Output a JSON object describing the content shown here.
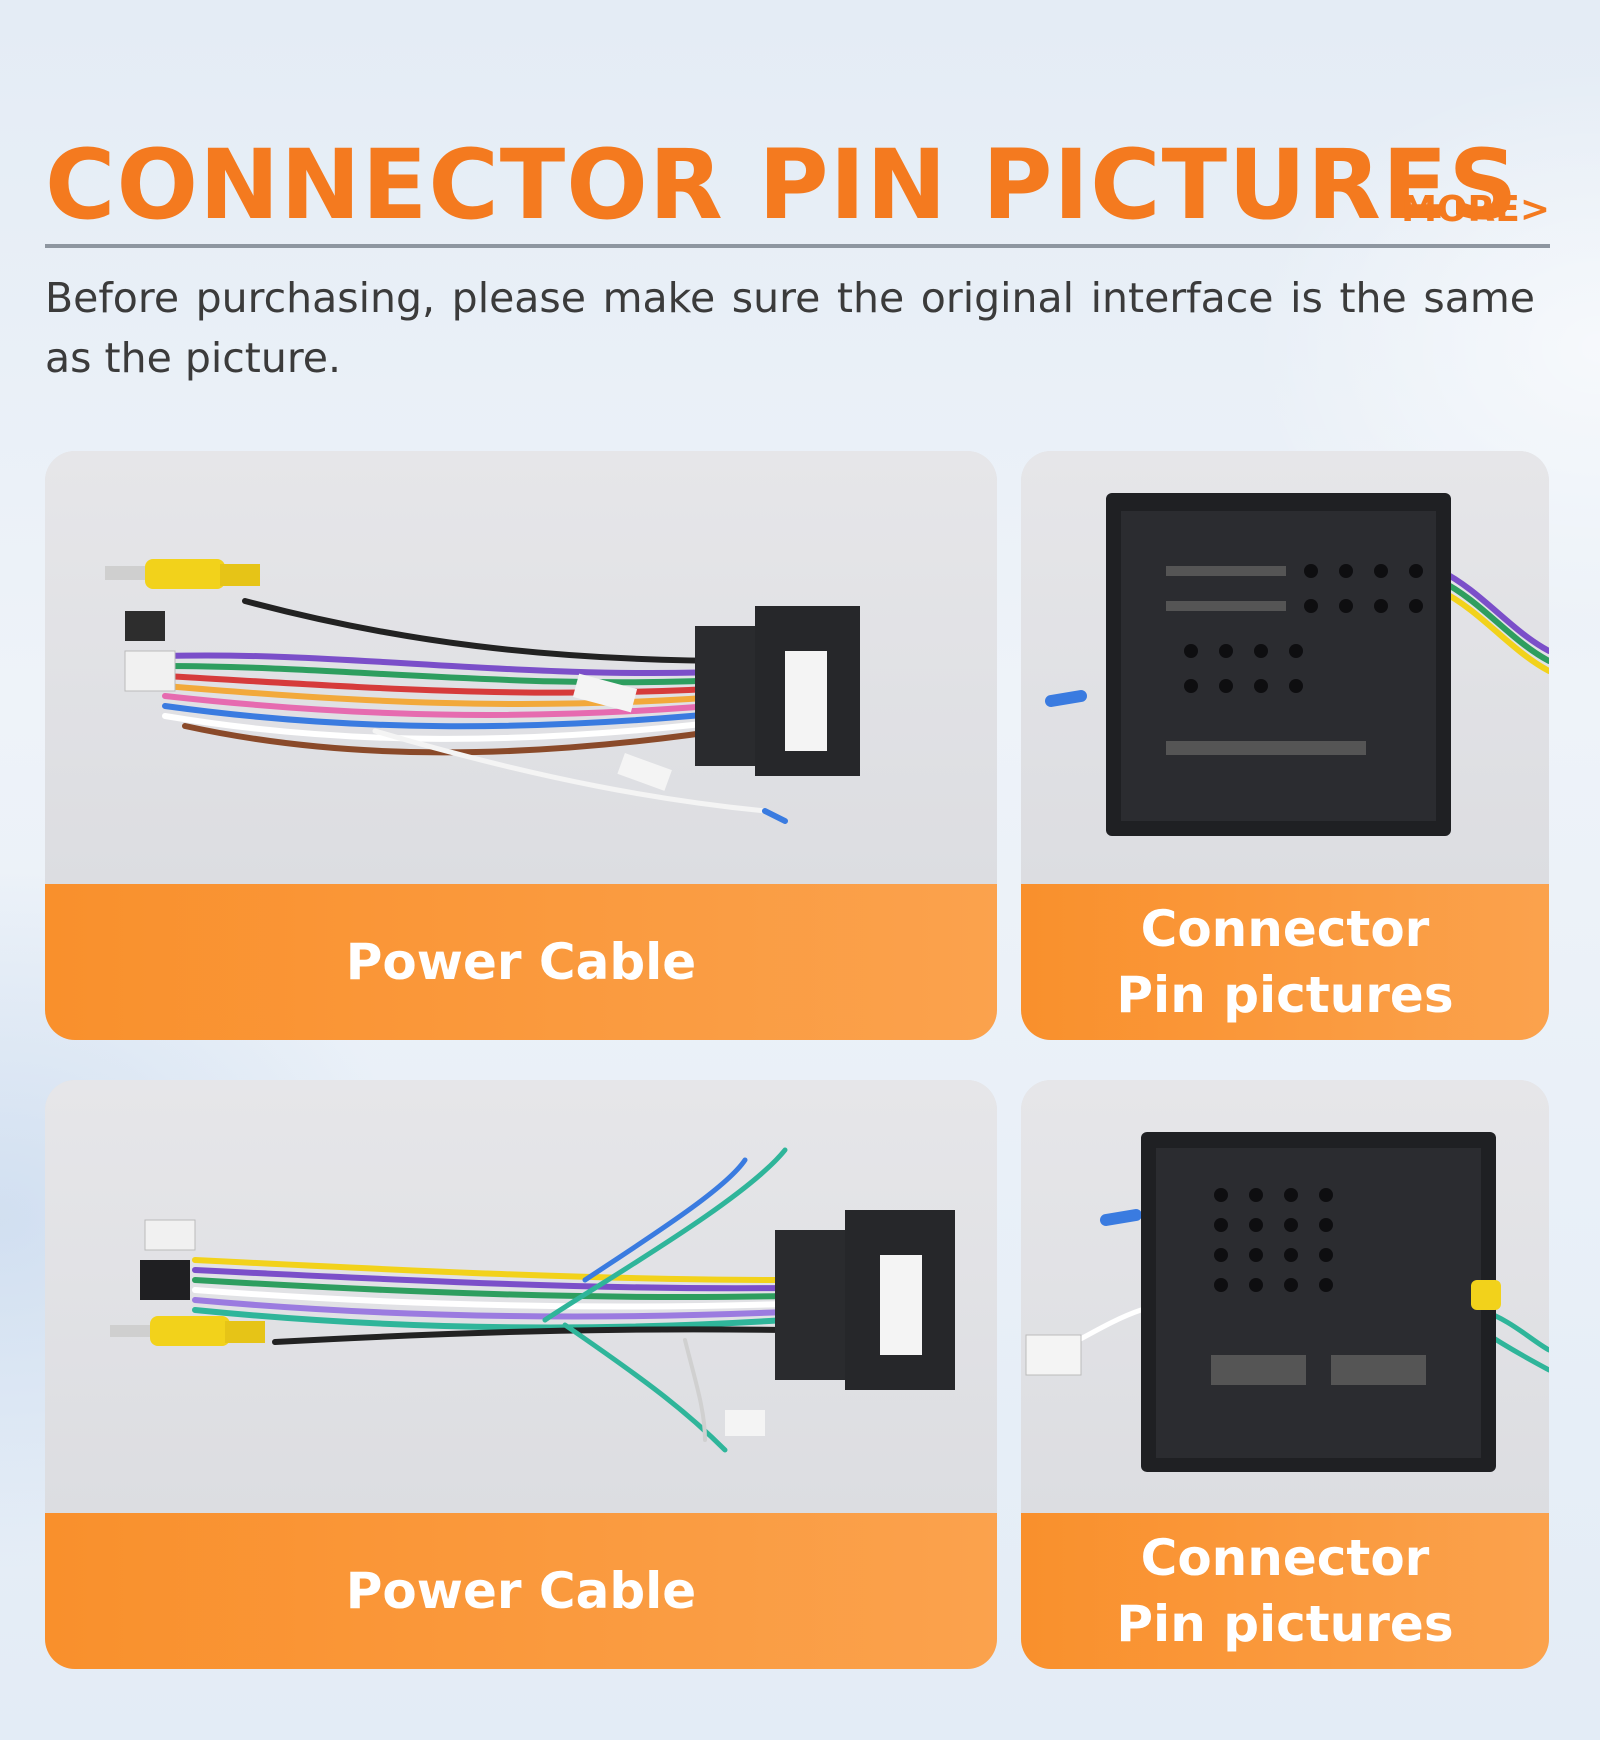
{
  "header": {
    "title": "CONNECTOR PIN PICTURES",
    "more_link": "MORE>"
  },
  "subtitle": "Before purchasing, please make sure the original interface is the same as the picture.",
  "cards": [
    {
      "label": "Power Cable"
    },
    {
      "label": "Connector\nPin pictures"
    },
    {
      "label": "Power Cable"
    },
    {
      "label": "Connector\nPin pictures"
    }
  ],
  "colors": {
    "accent": "#f47a1f",
    "label_bar": "#f9902c",
    "divider": "#8e96a0"
  }
}
